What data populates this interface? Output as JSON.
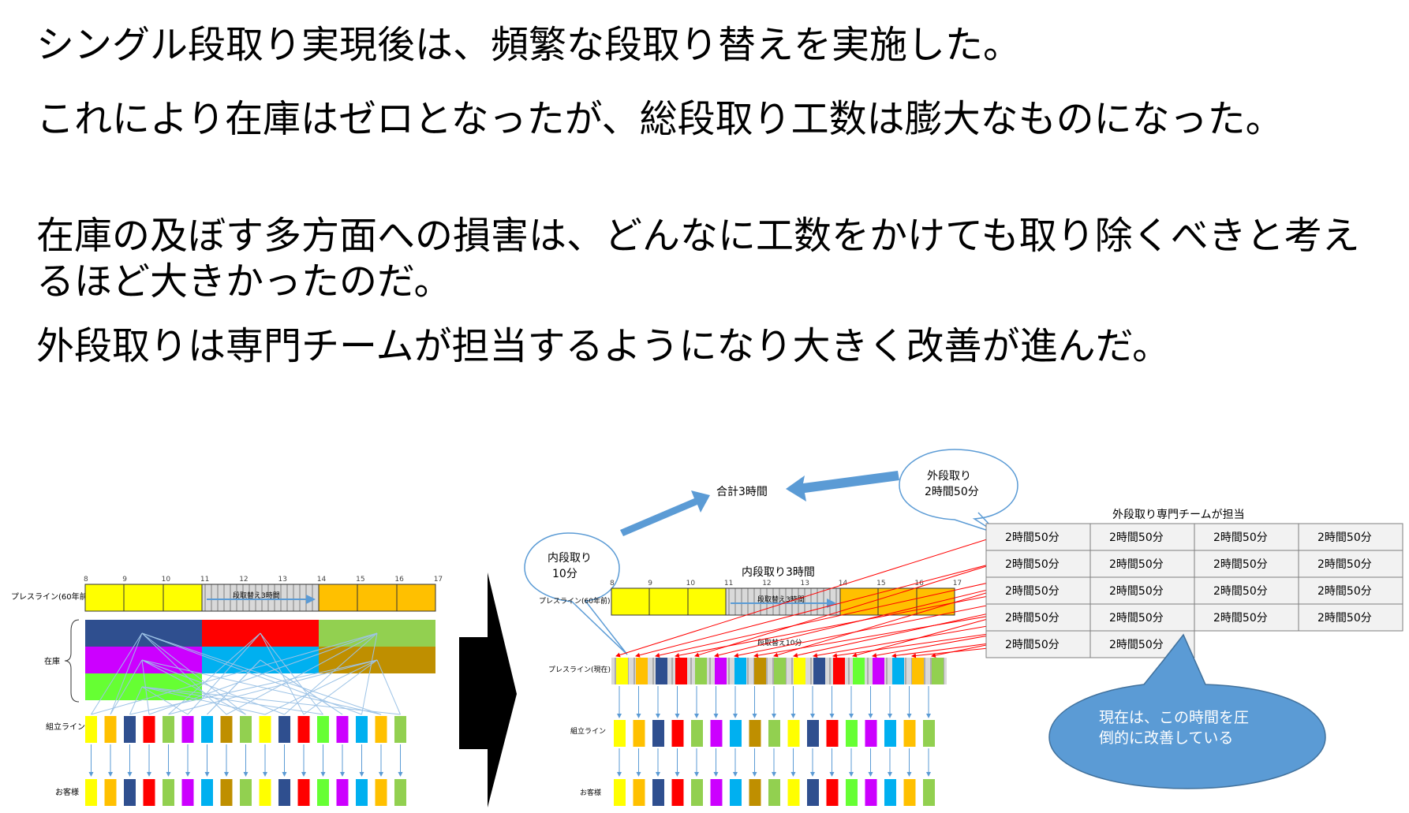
{
  "paragraphs": [
    "シングル段取り実現後は、頻繁な段取り替えを実施した。",
    "これにより在庫はゼロとなったが、総段取り工数は膨大なものになった。",
    "在庫の及ぼす多方面への損害は、どんなに工数をかけても取り除くべきと考えるほど大きかったのだ。",
    "外段取りは専門チームが担当するようになり大きく改善が進んだ。"
  ],
  "left_diagram": {
    "time_ticks": [
      "8",
      "9",
      "10",
      "11",
      "12",
      "13",
      "14",
      "15",
      "16",
      "17"
    ],
    "press_label": "プレスライン(60年前)",
    "changeover_label": "段取替え3時間",
    "inventory_label": "在庫",
    "assembly_label": "組立ライン",
    "customer_label": "お客様"
  },
  "right_diagram": {
    "time_ticks": [
      "8",
      "9",
      "10",
      "11",
      "12",
      "13",
      "14",
      "15",
      "16",
      "17"
    ],
    "press_old_label": "プレスライン(60年前)",
    "changeover_label": "段取替え3時間",
    "internal_total_label": "内段取り3時間",
    "changeover_10min_label": "段取替え10分",
    "press_now_label": "プレスライン(現在)",
    "assembly_label": "組立ライン",
    "customer_label": "お客様",
    "callout_internal": [
      "内段取り",
      "10分"
    ],
    "callout_external": [
      "外段取り",
      "2時間50分"
    ],
    "total_label": "合計3時間",
    "team_title": "外段取り専門チームが担当",
    "team_cells": [
      [
        "2時間50分",
        "2時間50分",
        "2時間50分",
        "2時間50分"
      ],
      [
        "2時間50分",
        "2時間50分",
        "2時間50分",
        "2時間50分"
      ],
      [
        "2時間50分",
        "2時間50分",
        "2時間50分",
        "2時間50分"
      ],
      [
        "2時間50分",
        "2時間50分",
        "2時間50分",
        "2時間50分"
      ],
      [
        "2時間50分",
        "2時間50分"
      ]
    ],
    "bubble_text": [
      "現在は、この時間を圧",
      "倒的に改善している"
    ]
  },
  "colors": {
    "yellow": "#ffff00",
    "orange": "#ffc000",
    "navy": "#2f4f8f",
    "red": "#ff0000",
    "lime": "#92d050",
    "purple": "#cc00ff",
    "cyan": "#00b0f0",
    "brown": "#bf8f00",
    "green": "#66ff33",
    "arrow_blue": "#5b9bd5",
    "bubble_blue": "#5b9bd5"
  },
  "sequence_colors": [
    "yellow",
    "orange",
    "navy",
    "red",
    "lime",
    "purple",
    "cyan",
    "brown",
    "lime",
    "yellow",
    "navy",
    "red",
    "green",
    "purple",
    "cyan",
    "orange",
    "lime"
  ]
}
